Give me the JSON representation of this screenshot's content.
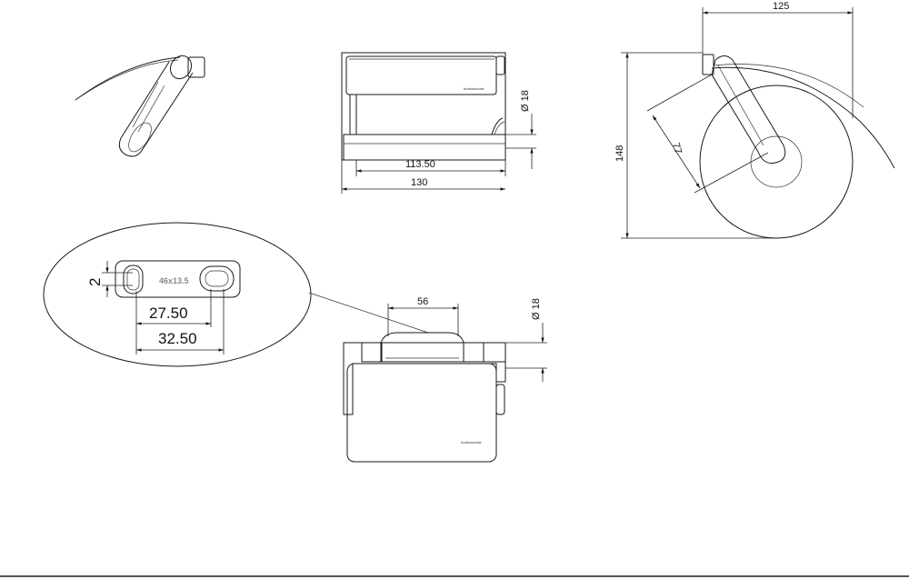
{
  "brand": "bodenschatz",
  "front_view": {
    "dim_inner": "113.50",
    "dim_outer": "130",
    "dim_diameter": "Ø 18"
  },
  "side_view": {
    "dim_width": "125",
    "dim_height": "148",
    "dim_arm": "77"
  },
  "top_view": {
    "dim_width": "56",
    "dim_diameter": "Ø 18"
  },
  "detail": {
    "plate_label": "46x13.5",
    "dim_slot": "2",
    "dim_inner_spacing": "27.50",
    "dim_outer_spacing": "32.50"
  }
}
